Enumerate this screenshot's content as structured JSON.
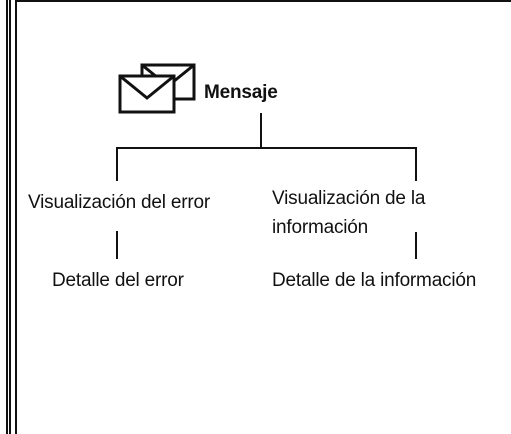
{
  "diagram": {
    "root": {
      "label": "Mensaje",
      "icon": "message-envelope-icon"
    },
    "branches": [
      {
        "label": "Visualización del error",
        "child": "Detalle del error"
      },
      {
        "label_lines": [
          "Visualización de la",
          "información"
        ],
        "child": "Detalle de la información"
      }
    ]
  }
}
